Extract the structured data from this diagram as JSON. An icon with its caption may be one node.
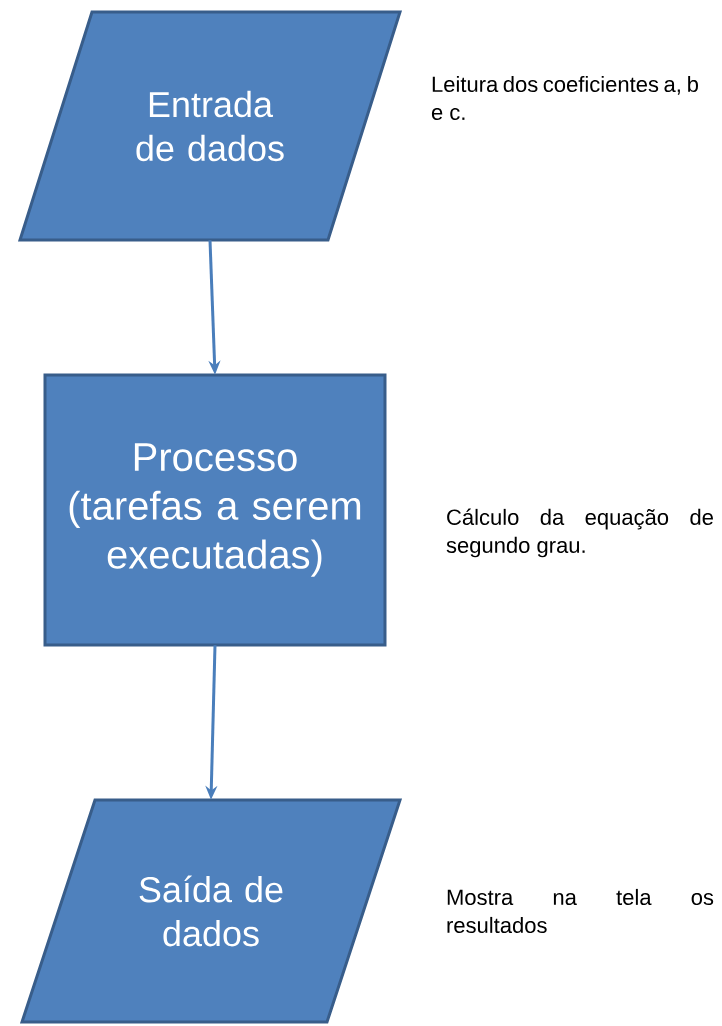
{
  "diagram": {
    "nodes": [
      {
        "text": [
          "Entrada de dados"
        ],
        "beside": [
          "Leitura dos coeficientes a, b e c."
        ]
      },
      {
        "text": [
          "Processo (tarefas a serem executadas)"
        ],
        "beside": [
          "Cálculo da equação de segundo grau."
        ]
      },
      {
        "text": [
          "Saída de dados"
        ],
        "beside": [
          "Mostra na tela os resultados"
        ]
      }
    ],
    "edges": [
      {
        "from": 0,
        "to": 1,
        "arrow": "to"
      },
      {
        "from": 1,
        "to": 2,
        "arrow": "to"
      }
    ]
  }
}
